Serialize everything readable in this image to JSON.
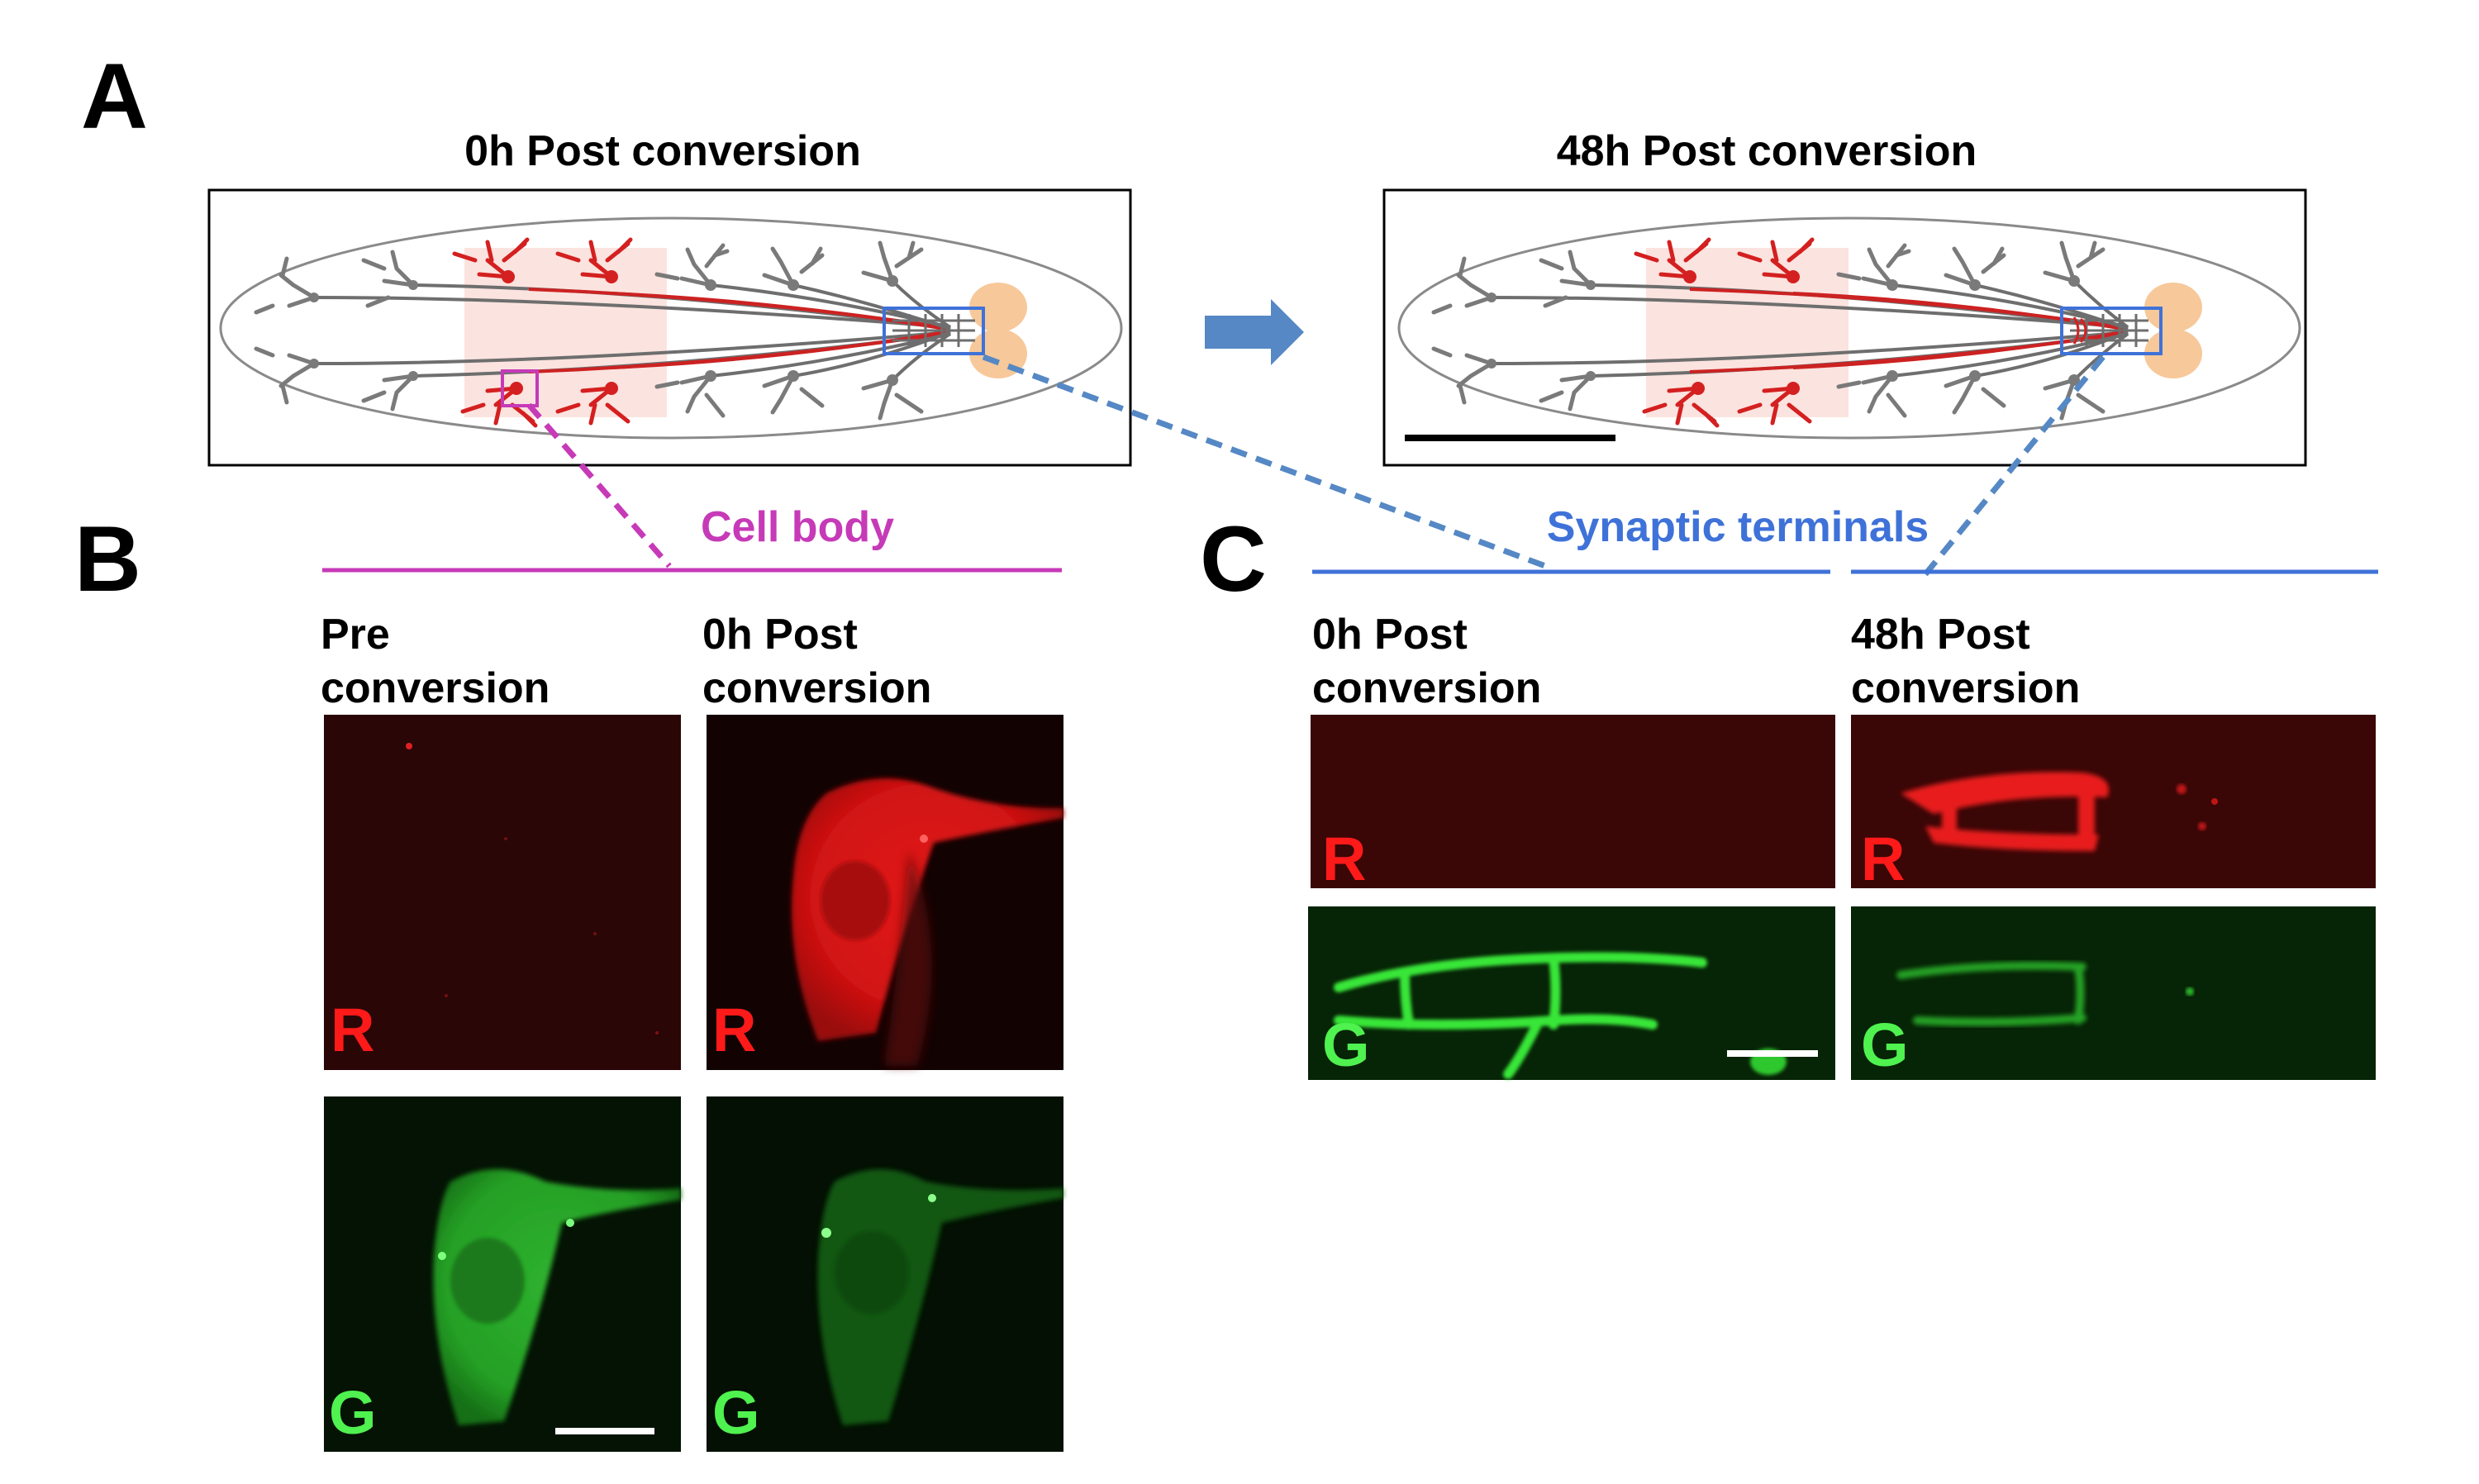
{
  "panel_letters": {
    "a": "A",
    "b": "B",
    "c": "C"
  },
  "panel_a": {
    "left_title": "0h Post conversion",
    "right_title": "48h Post conversion"
  },
  "panel_b": {
    "header": "Cell body",
    "col1_line1": "Pre",
    "col1_line2": "conversion",
    "col2_line1": "0h Post",
    "col2_line2": "conversion"
  },
  "panel_c": {
    "header": "Synaptic terminals",
    "col1_line1": "0h Post",
    "col1_line2": "conversion",
    "col2_line1": "48h Post",
    "col2_line2": "conversion"
  },
  "channel_labels": {
    "red": "R",
    "green": "G"
  },
  "colors": {
    "red_channel": "#ff1a1a",
    "green_channel": "#4ff24f",
    "cell_body_accent": "#c63ab8",
    "synaptic_accent": "#3f72d8",
    "arrow": "#5588c4",
    "neuron_red": "#d42020",
    "neuron_gray": "#7a7a7a",
    "ganglion": "#f7c89a"
  }
}
